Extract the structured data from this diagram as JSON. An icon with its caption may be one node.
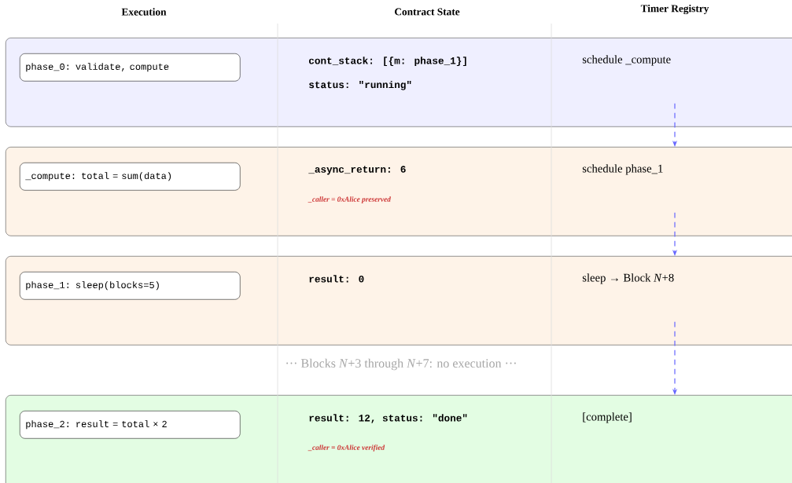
{
  "diagram": {
    "nodes": [
      {
        "text": [
          "cont_stack:  [{m:  phase_1}]",
          "status:  \"running\""
        ]
      },
      {
        "text": [
          "phase_0: validate, compute"
        ],
        "in": 0
      },
      {
        "text": [
          "schedule _compute"
        ],
        "in": 0
      },
      {
        "text": [
          "_async_return:  6"
        ],
        "beside": [
          "_caller = 0xAlice preserved"
        ]
      },
      {
        "text": [
          "_compute: total = sum(data)"
        ],
        "in": 3
      },
      {
        "text": [
          "schedule phase_1"
        ],
        "in": 3
      },
      {
        "text": [
          "result:  0"
        ]
      },
      {
        "text": [
          "phase_1: sleep(blocks=5)"
        ],
        "in": 6
      },
      {
        "text": [
          "sleep → Block *N*+8"
        ],
        "in": 6
      },
      {
        "text": [
          "result:  12, status:  \"done\""
        ],
        "beside": [
          "_caller = 0xAlice verified"
        ]
      },
      {
        "text": [
          "phase_2: result = total × 2"
        ],
        "in": 9
      },
      {
        "text": [
          "[complete]"
        ],
        "in": 9
      }
    ],
    "edges": [
      {
        "from": 2,
        "to": 3,
        "arrow": "to",
        "style": "dashed",
        "color": "#6666ff"
      },
      {
        "from": 5,
        "to": 6,
        "arrow": "to",
        "style": "dashed",
        "color": "#6666ff"
      },
      {
        "from": 8,
        "to": 9,
        "arrow": "to",
        "style": "dashed",
        "color": "#6666ff"
      }
    ],
    "labels": [
      "Execution",
      "Contract State",
      "Timer Registry",
      "··· Blocks *N*+3 through *N*+7: no execution ···"
    ]
  }
}
